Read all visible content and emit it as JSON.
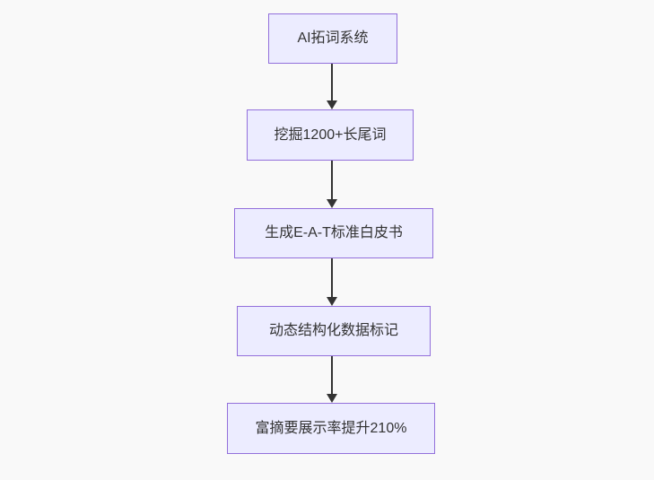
{
  "diagram": {
    "type": "flowchart",
    "direction": "top-down",
    "nodes": [
      {
        "id": "node-1",
        "label": "AI拓词系统"
      },
      {
        "id": "node-2",
        "label": "挖掘1200+长尾词"
      },
      {
        "id": "node-3",
        "label": "生成E-A-T标准白皮书"
      },
      {
        "id": "node-4",
        "label": "动态结构化数据标记"
      },
      {
        "id": "node-5",
        "label": "富摘要展示率提升210%"
      }
    ],
    "edges": [
      {
        "from": "node-1",
        "to": "node-2",
        "style": "arrow-down"
      },
      {
        "from": "node-2",
        "to": "node-3",
        "style": "arrow-down"
      },
      {
        "from": "node-3",
        "to": "node-4",
        "style": "arrow-down"
      },
      {
        "from": "node-4",
        "to": "node-5",
        "style": "arrow-down"
      }
    ],
    "colors": {
      "background": "#f9f9f9",
      "node_fill": "#ececff",
      "node_border": "#9370db",
      "node_text": "#333333",
      "arrow": "#333333"
    }
  }
}
